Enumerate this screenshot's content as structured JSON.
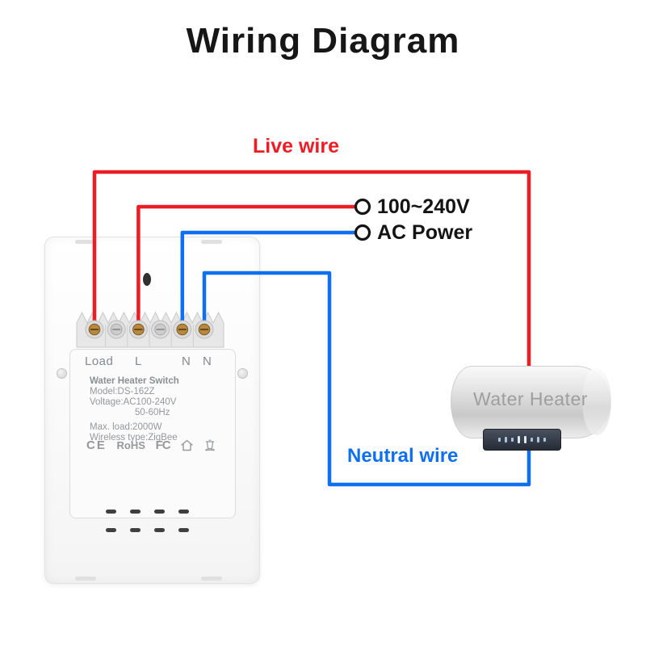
{
  "title": "Wiring Diagram",
  "labels": {
    "live_wire": "Live wire",
    "neutral_wire": "Neutral wire",
    "supply_voltage": "100~240V",
    "supply_name": "AC Power"
  },
  "colors": {
    "live_wire": "#ee1c25",
    "neutral_wire": "#0e6ff1",
    "title": "#161616"
  },
  "switch": {
    "terminal_labels": [
      "Load",
      "L",
      "N",
      "N"
    ],
    "info": {
      "name": "Water Heater Switch",
      "model": "Model:DS-162Z",
      "voltage": "Voltage:AC100-240V",
      "frequency": "50-60Hz",
      "max_load": "Max. load:2000W",
      "wireless": "Wireless type:ZigBee"
    },
    "certifications": [
      "CE",
      "RoHS",
      "FC"
    ]
  },
  "water_heater": {
    "label": "Water Heater"
  }
}
